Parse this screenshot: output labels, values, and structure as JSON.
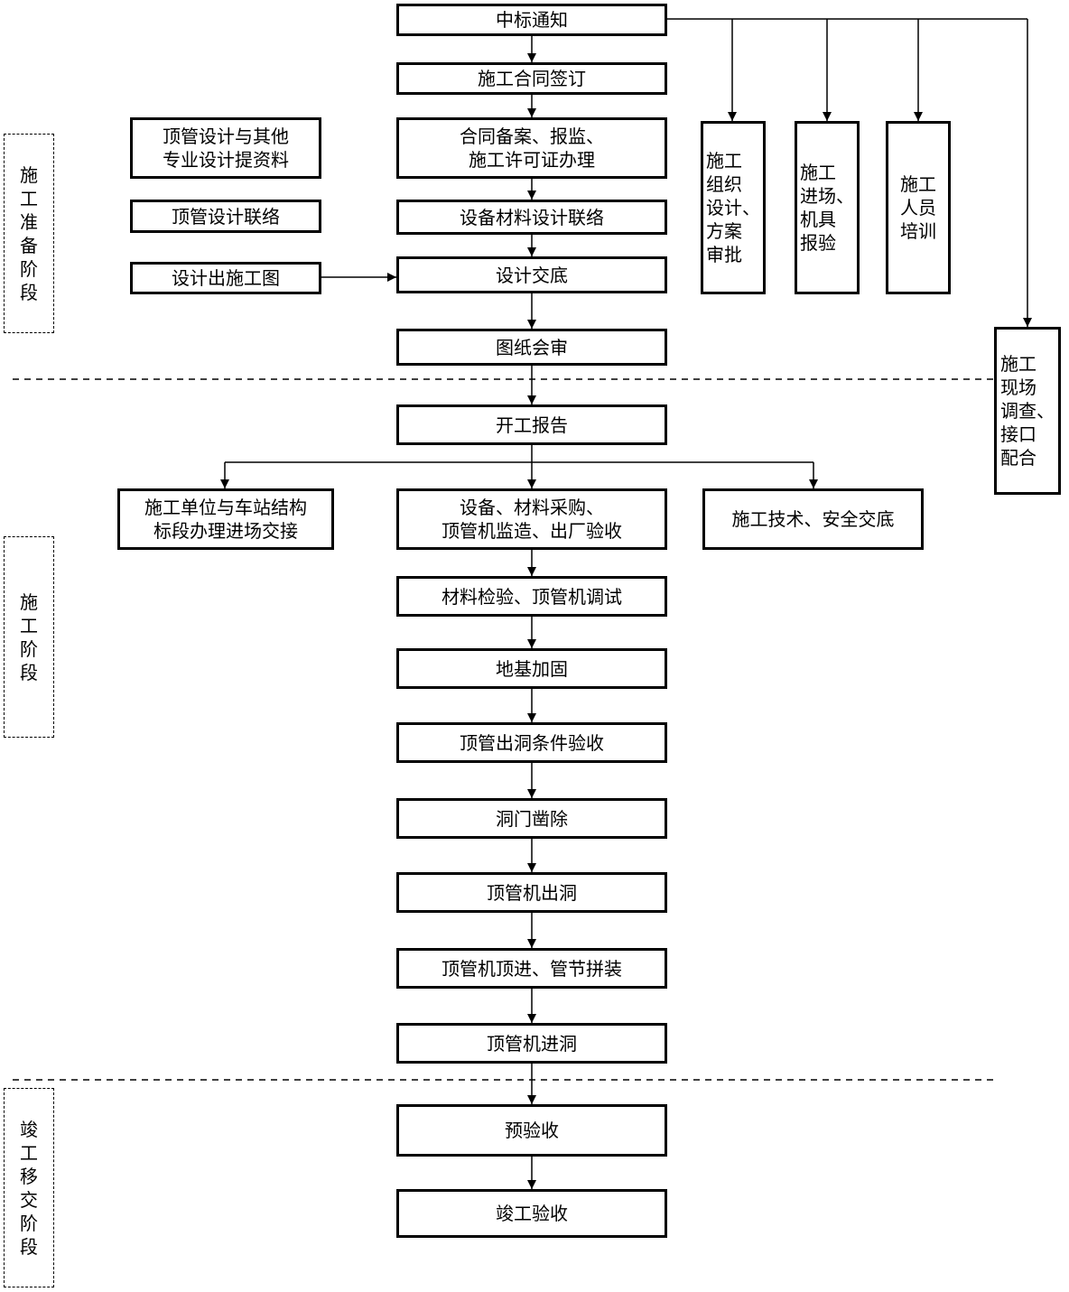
{
  "stages": {
    "prep": "施\n工\n准\n备\n阶\n段",
    "construction": "施\n工\n阶\n段",
    "completion": "竣\n工\n移\n交\n阶\n段"
  },
  "main_flow": {
    "bid_notice": "中标通知",
    "contract_signing": "施工合同签订",
    "contract_filing": "合同备案、报监、\n施工许可证办理",
    "equipment_design_liaison": "设备材料设计联络",
    "design_disclosure": "设计交底",
    "drawing_review": "图纸会审",
    "start_report": "开工报告",
    "procurement": "设备、材料采购、\n顶管机监造、出厂验收",
    "material_inspection": "材料检验、顶管机调试",
    "foundation_reinforcement": "地基加固",
    "exit_acceptance": "顶管出洞条件验收",
    "portal_removal": "洞门凿除",
    "machine_exit": "顶管机出洞",
    "jacking_assembly": "顶管机顶进、管节拼装",
    "machine_entry": "顶管机进洞",
    "pre_acceptance": "预验收",
    "completion_acceptance": "竣工验收"
  },
  "left_inputs": {
    "design_materials": "顶管设计与其他\n专业设计提资料",
    "pipe_design_liaison": "顶管设计联络",
    "construction_drawings": "设计出施工图"
  },
  "right_boxes": {
    "org_design_approval": "施工\n组织\n设计、\n方案\n审批",
    "entry_inspection": "施工\n进场、\n机具\n报验",
    "staff_training": "施工\n人员\n培训",
    "site_survey": "施工\n现场\n调查、\n接口\n配合"
  },
  "branches": {
    "site_handover": "施工单位与车站结构\n标段办理进场交接",
    "tech_safety_disclosure": "施工技术、安全交底"
  }
}
